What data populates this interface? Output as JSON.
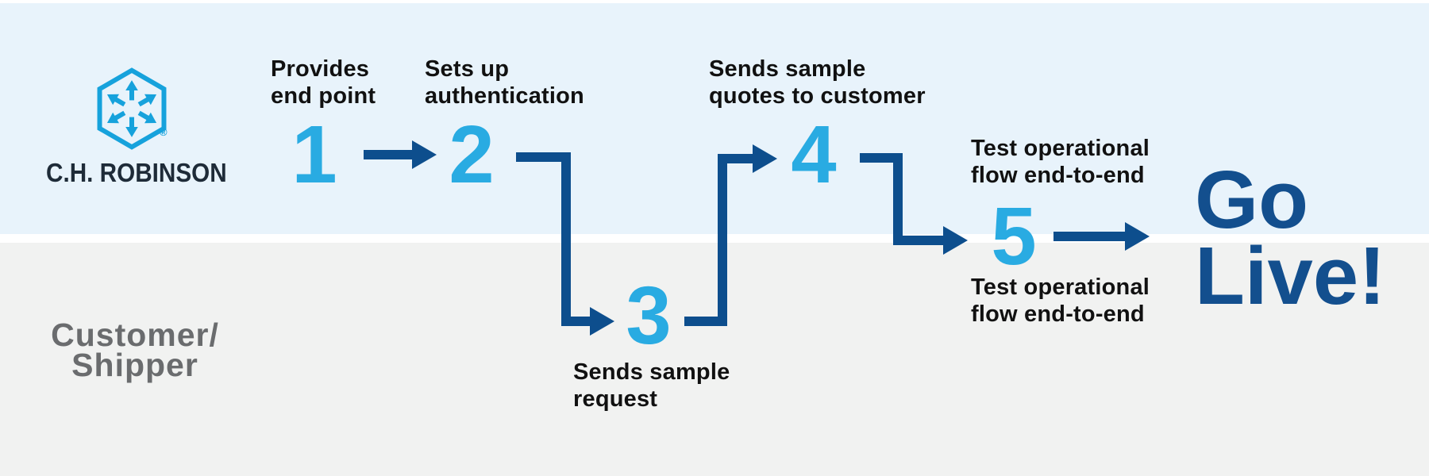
{
  "colors": {
    "lane_top_bg": "#e8f3fb",
    "lane_bottom_bg": "#f1f2f1",
    "divider_white": "#ffffff",
    "number_blue": "#29abe2",
    "arrow_navy": "#0d4e8d",
    "golive_navy": "#134f8e",
    "label_black": "#111111",
    "customer_gray": "#6a6c6e",
    "logo_blue": "#16a2dc",
    "wordmark_dark": "#1e2b38"
  },
  "logo": {
    "icon": "chrobinson-hexagon-mark",
    "wordmark": "C.H. ROBINSON",
    "registered": "®"
  },
  "lanes": {
    "top": {
      "role": "provider-lane"
    },
    "bottom": {
      "label": "Customer/\nShipper"
    }
  },
  "steps": [
    {
      "number": "1",
      "label": "Provides\nend point",
      "lane": "top"
    },
    {
      "number": "2",
      "label": "Sets up\nauthentication",
      "lane": "top"
    },
    {
      "number": "3",
      "label": "Sends sample\nrequest",
      "lane": "bottom"
    },
    {
      "number": "4",
      "label": "Sends sample\nquotes to customer",
      "lane": "top"
    },
    {
      "number": "5",
      "label_above": "Test operational\nflow end-to-end",
      "label_below": "Test operational\nflow end-to-end",
      "lane": "both"
    }
  ],
  "flow": {
    "connections": [
      "1→2",
      "2→3",
      "3→4",
      "4→5",
      "5→Go Live!"
    ]
  },
  "finale": {
    "text": "Go\nLive!"
  }
}
